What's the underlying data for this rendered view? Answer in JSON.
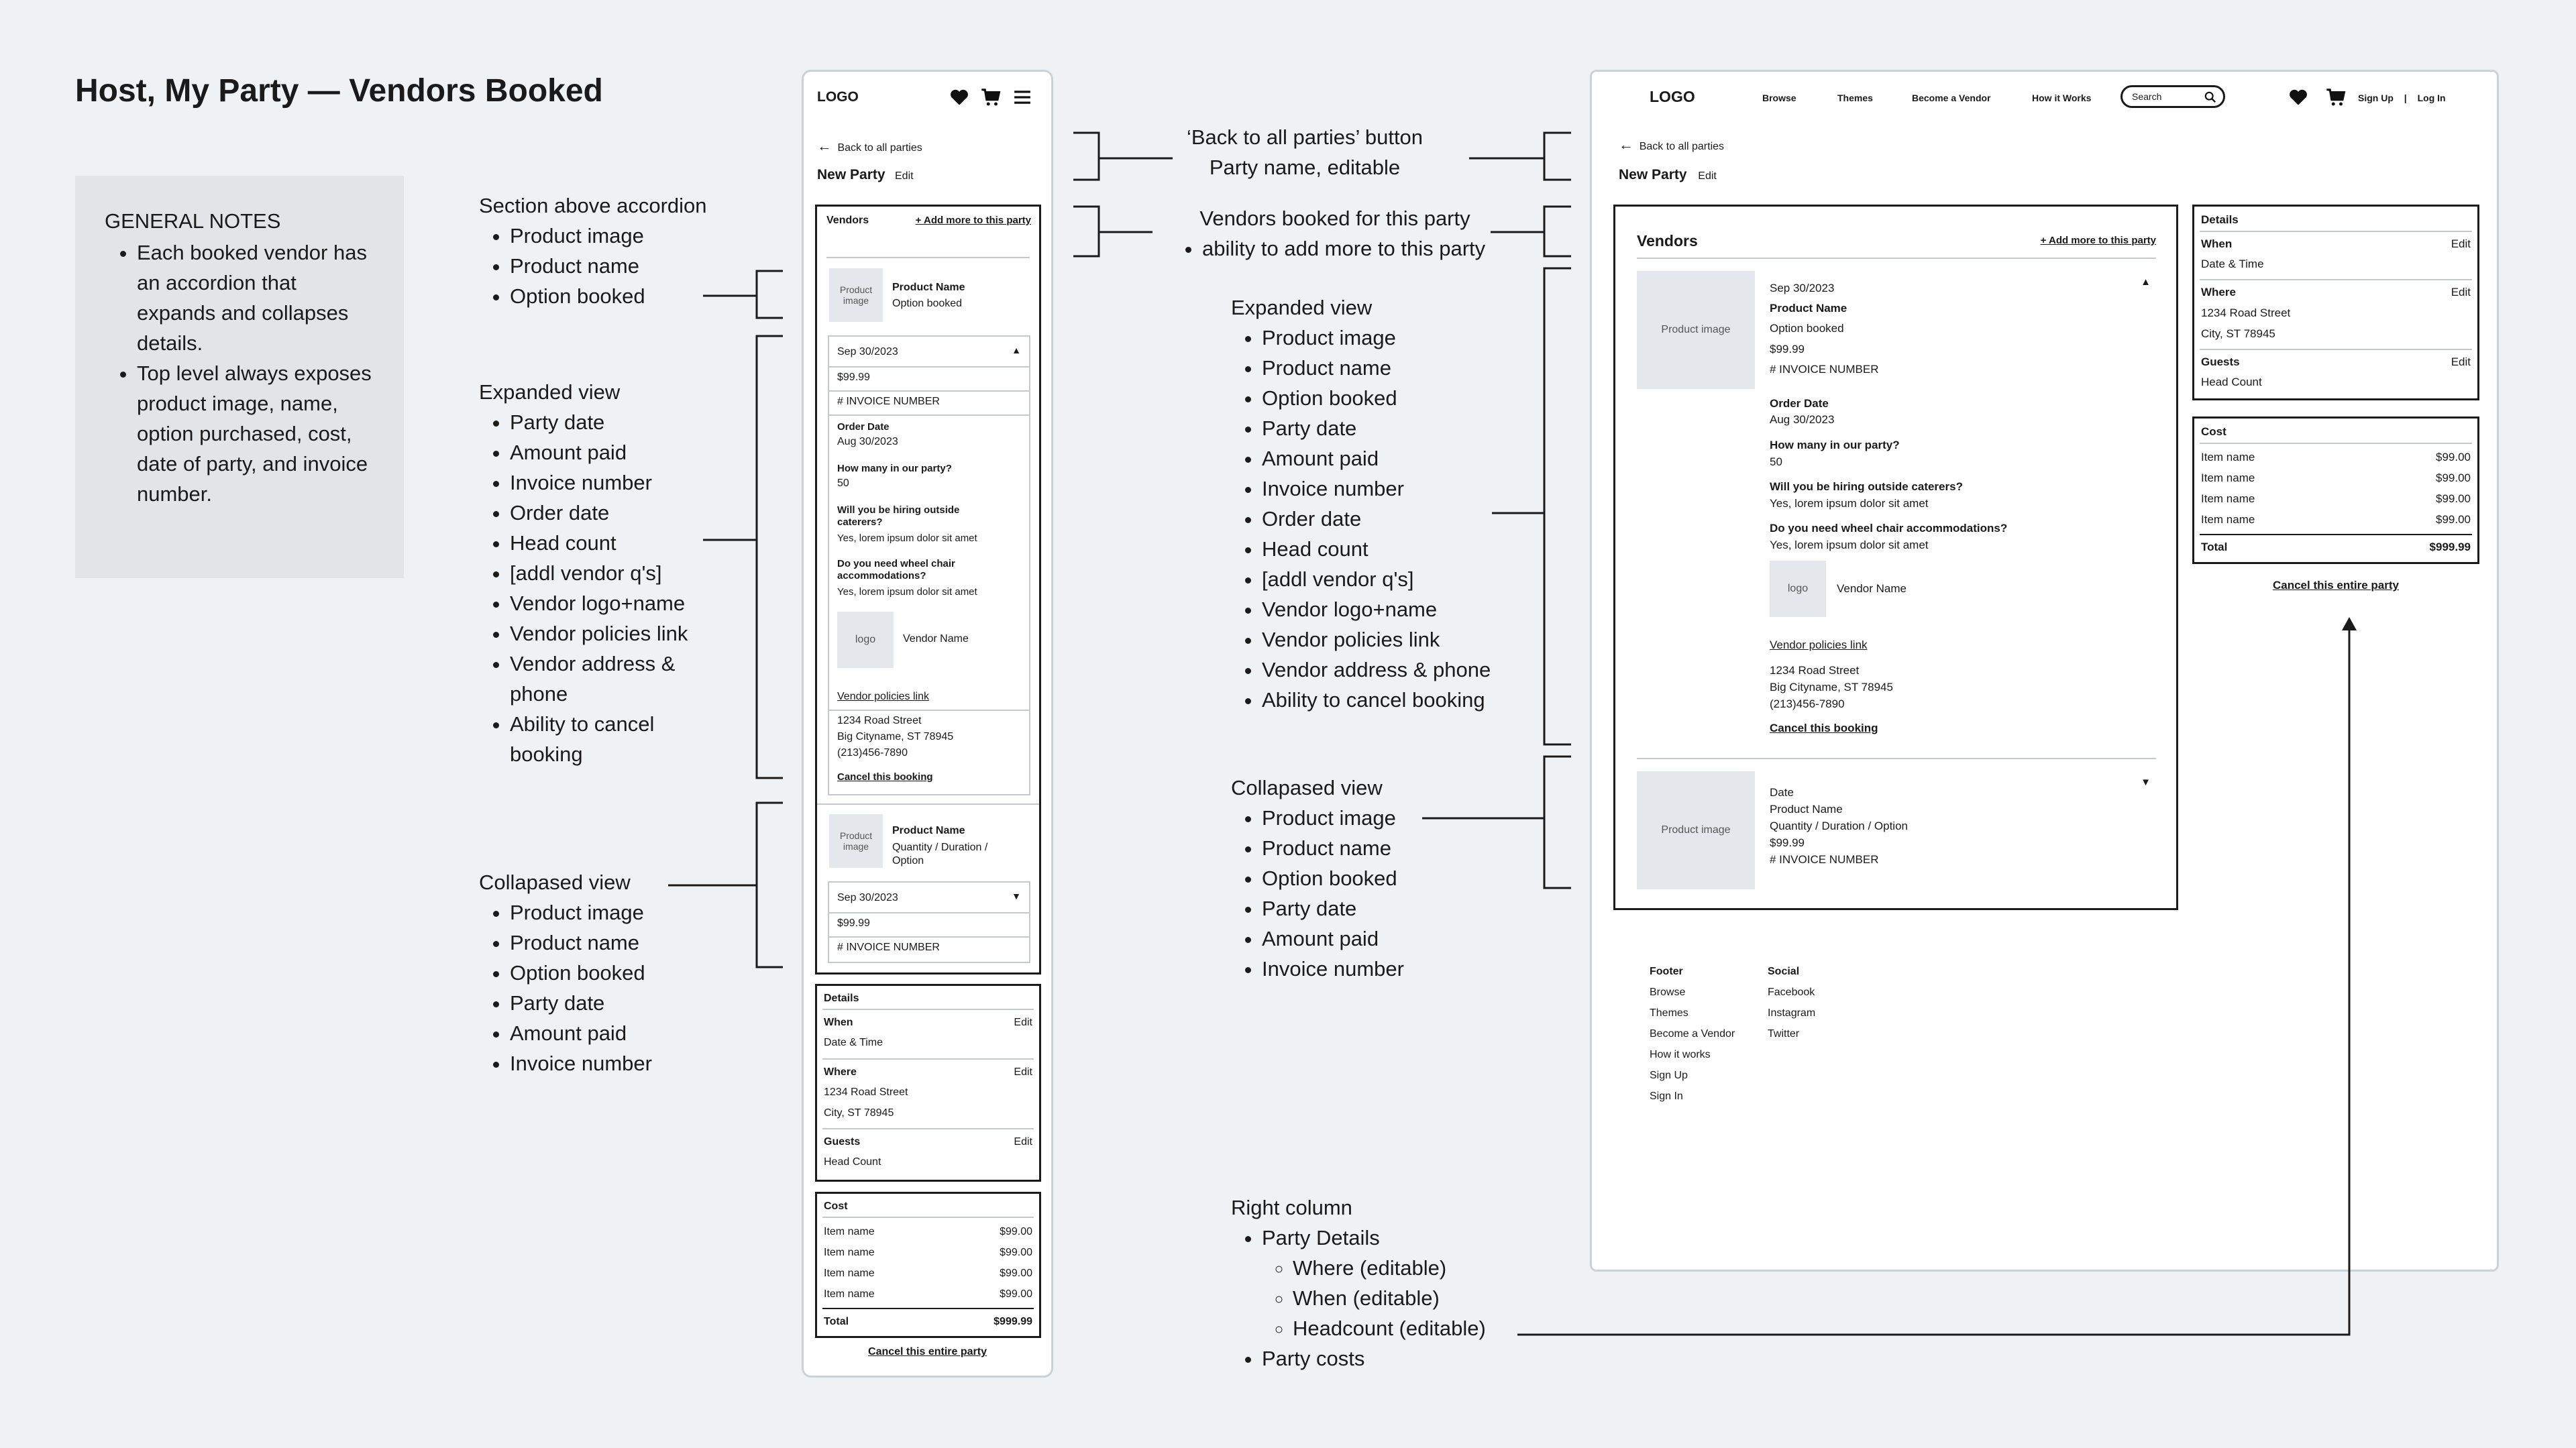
{
  "page": {
    "title": "Host, My Party — Vendors Booked"
  },
  "notes": {
    "heading": "GENERAL NOTES",
    "items": [
      "Each booked vendor has an accordion that expands and collapses details.",
      "Top level always exposes product image, name, option purchased, cost, date of party, and invoice number."
    ]
  },
  "ann_left": {
    "section": {
      "heading": "Section above accordion",
      "items": [
        "Product image",
        "Product name",
        "Option booked"
      ]
    },
    "expanded": {
      "heading": "Expanded view",
      "items": [
        "Party date",
        "Amount paid",
        "Invoice number",
        "Order date",
        "Head count",
        "[addl vendor q's]",
        "Vendor logo+name",
        "Vendor policies link",
        "Vendor address & phone",
        "Ability to cancel booking"
      ]
    },
    "collapsed": {
      "heading": "Collapased view",
      "items": [
        "Product image",
        "Product name",
        "Option booked",
        "Party date",
        "Amount paid",
        "Invoice number"
      ]
    }
  },
  "ann_mid": {
    "back_line1": "‘Back to all parties’ button",
    "back_line2": "Party name, editable",
    "vendors_line": "Vendors booked for this party",
    "vendors_item": "ability to add more to this party",
    "expanded": {
      "heading": "Expanded view",
      "items": [
        "Product image",
        "Product name",
        "Option booked",
        "Party date",
        "Amount paid",
        "Invoice number",
        "Order date",
        "Head count",
        "[addl vendor q's]",
        "Vendor logo+name",
        "Vendor policies link",
        "Vendor address & phone",
        "Ability to cancel booking"
      ]
    },
    "collapsed": {
      "heading": "Collapased view",
      "items": [
        "Product image",
        "Product name",
        "Option booked",
        "Party date",
        "Amount paid",
        "Invoice number"
      ]
    },
    "right": {
      "heading": "Right column",
      "item1": "Party Details",
      "subitems": [
        "Where (editable)",
        "When (editable)",
        "Headcount (editable)"
      ],
      "item2": "Party costs"
    }
  },
  "mock": {
    "logo": "LOGO",
    "back": "Back to all parties",
    "party_name": "New Party",
    "edit": "Edit",
    "vendors": "Vendors",
    "add_more": "+ Add more to this party",
    "product_image": "Product image",
    "product_name": "Product Name",
    "option_booked": "Option booked",
    "date": "Sep 30/2023",
    "price": "$99.99",
    "invoice": "# INVOICE NUMBER",
    "order_date_label": "Order Date",
    "order_date": "Aug 30/2023",
    "q1": "How many in our party?",
    "a1": "50",
    "q2": "Will you be hiring outside caterers?",
    "a2": "Yes, lorem ipsum dolor sit amet",
    "q3": "Do you need wheel chair accommodations?",
    "a3": "Yes, lorem ipsum dolor sit amet",
    "vendor_logo": "logo",
    "vendor_name": "Vendor Name",
    "policies": "Vendor policies link",
    "addr1": "1234 Road Street",
    "addr2": "Big Cityname, ST 78945",
    "phone": "(213)456-7890",
    "cancel_booking": "Cancel this booking",
    "qty_option": "Quantity / Duration / Option",
    "date_word": "Date",
    "details": {
      "title": "Details",
      "when": "When",
      "when_val": "Date & Time",
      "where": "Where",
      "where1": "1234 Road Street",
      "where2": "City, ST 78945",
      "guests": "Guests",
      "guests_val": "Head Count",
      "edit": "Edit"
    },
    "cost": {
      "title": "Cost",
      "rows": [
        {
          "name": "Item name",
          "amount": "$99.00"
        },
        {
          "name": "Item name",
          "amount": "$99.00"
        },
        {
          "name": "Item name",
          "amount": "$99.00"
        },
        {
          "name": "Item name",
          "amount": "$99.00"
        }
      ],
      "total_label": "Total",
      "total": "$999.99"
    },
    "cancel_party": "Cancel this entire party",
    "nav": {
      "browse": "Browse",
      "themes": "Themes",
      "vendor": "Become a Vendor",
      "how": "How it Works",
      "search": "Search",
      "signup": "Sign Up",
      "sep": "|",
      "login": "Log In"
    },
    "footer": {
      "title": "Footer",
      "links": [
        "Browse",
        "Themes",
        "Become a Vendor",
        "How it works",
        "Sign Up",
        "Sign In"
      ]
    },
    "social": {
      "title": "Social",
      "links": [
        "Facebook",
        "Instagram",
        "Twitter"
      ]
    }
  },
  "colors": {
    "background": "#eef2f5",
    "notes_bg": "#e1e5e8",
    "image_bg": "#e4e8ec",
    "frame": "#c9d2d9"
  }
}
